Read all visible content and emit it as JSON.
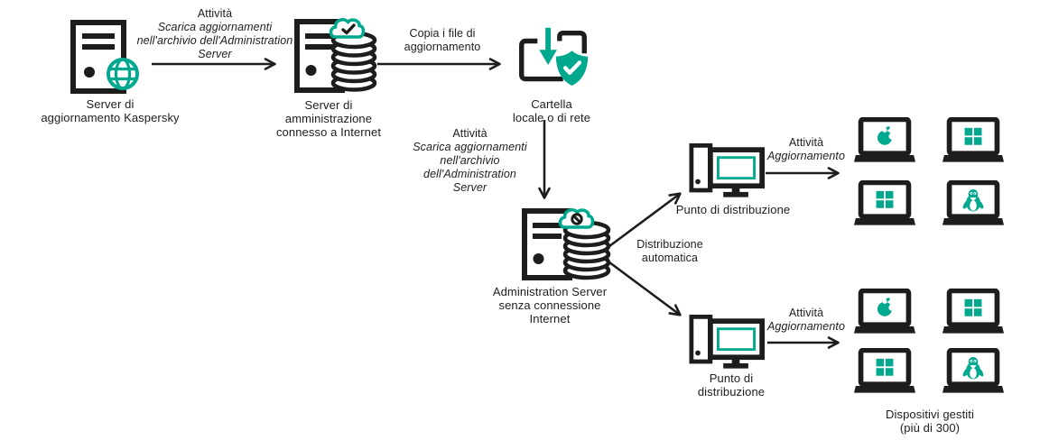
{
  "colors": {
    "accent": "#00A88E",
    "ink": "#1D1D1B"
  },
  "nodes": [
    {
      "name": "kaspersky-update-server",
      "icon": "server-globe-icon",
      "lines": [
        "Server di",
        "aggiornamento Kaspersky"
      ]
    },
    {
      "name": "admin-server-online",
      "icon": "server-cloud-check-database-icon",
      "lines": [
        "Server di",
        "amministrazione",
        "connesso a Internet"
      ]
    },
    {
      "name": "local-or-network-folder",
      "icon": "folder-download-shield-icon",
      "lines": [
        "Cartella",
        "locale o di rete"
      ]
    },
    {
      "name": "admin-server-offline",
      "icon": "server-cloud-offline-database-icon",
      "lines": [
        "Administration Server",
        "senza connessione",
        "Internet"
      ]
    },
    {
      "name": "distribution-point-top",
      "icon": "desktop-computer-icon",
      "lines": [
        "Punto di distribuzione"
      ]
    },
    {
      "name": "distribution-point-bottom",
      "icon": "desktop-computer-icon",
      "lines": [
        "Punto di",
        "distribuzione"
      ]
    },
    {
      "name": "managed-devices",
      "lines": [
        "Dispositivi gestiti",
        "(più di 300)"
      ]
    }
  ],
  "edges": [
    {
      "name": "task-download-updates-to-admin-server",
      "lines": [
        "Attività",
        "Scarica aggiornamenti",
        "nell'archivio dell'Administration",
        "Server"
      ]
    },
    {
      "name": "copy-update-files",
      "lines": [
        "Copia i file di",
        "aggiornamento"
      ]
    },
    {
      "name": "task-download-updates-offline-server",
      "lines": [
        "Attività",
        "Scarica aggiornamenti",
        "nell'archivio",
        "dell'Administration",
        "Server"
      ]
    },
    {
      "name": "automatic-distribution",
      "lines": [
        "Distribuzione",
        "automatica"
      ]
    },
    {
      "name": "task-update-top",
      "lines": [
        "Attività",
        "Aggiornamento"
      ]
    },
    {
      "name": "task-update-bottom",
      "lines": [
        "Attività",
        "Aggiornamento"
      ]
    }
  ],
  "devices": {
    "top_group": [
      "apple",
      "windows",
      "windows",
      "linux"
    ],
    "bottom_group": [
      "apple",
      "windows",
      "windows",
      "linux"
    ]
  }
}
